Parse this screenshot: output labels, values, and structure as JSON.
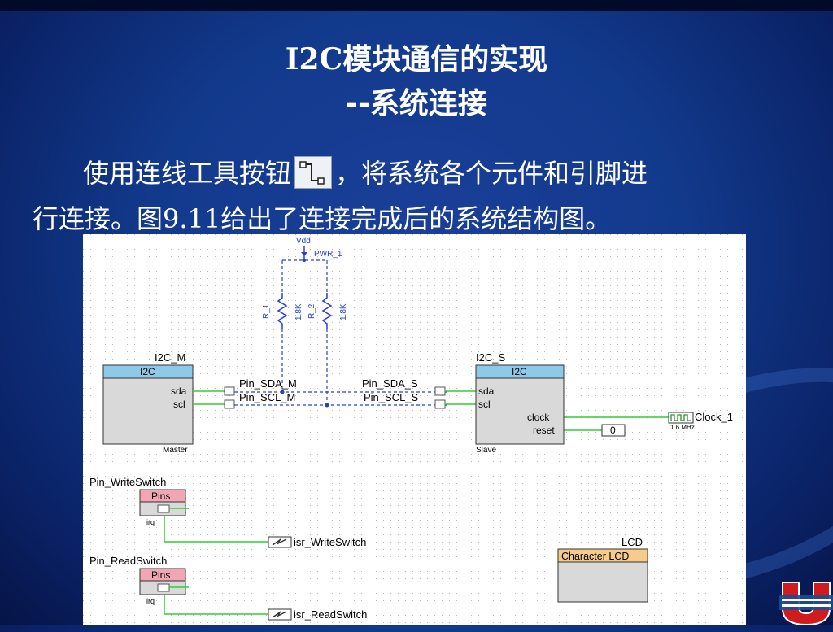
{
  "slide": {
    "title_line1": "I2C模块通信的实现",
    "title_line2": "--系统连接",
    "body_line1_before": "使用连线工具按钮",
    "body_line1_after": "，将系统各个元件和引脚进",
    "body_line2": "行连接。图9.11给出了连接完成后的系统结构图。"
  },
  "schematic": {
    "vdd": "Vdd",
    "pwr": "PWR_1",
    "r1_name": "R_1",
    "r1_value": "1.8K",
    "r2_name": "R_2",
    "r2_value": "1.8K",
    "master": {
      "instance": "I2C_M",
      "type": "I2C",
      "pin_sda": "sda",
      "pin_scl": "scl",
      "mode": "Master"
    },
    "slave": {
      "instance": "I2C_S",
      "type": "I2C",
      "pin_sda": "sda",
      "pin_scl": "scl",
      "pin_clock": "clock",
      "pin_reset": "reset",
      "mode": "Slave"
    },
    "pin_sda_m": "Pin_SDA_M",
    "pin_scl_m": "Pin_SCL_M",
    "pin_sda_s": "Pin_SDA_S",
    "pin_scl_s": "Pin_SCL_S",
    "clock_name": "Clock_1",
    "clock_freq": "1.6 MHz",
    "reset_value": "0",
    "write_switch": {
      "name": "Pin_WriteSwitch",
      "type": "Pins",
      "irq": "irq"
    },
    "read_switch": {
      "name": "Pin_ReadSwitch",
      "type": "Pins",
      "irq": "irq"
    },
    "isr_write": "isr_WriteSwitch",
    "isr_read": "isr_ReadSwitch",
    "lcd": {
      "name": "LCD",
      "type": "Character LCD"
    }
  },
  "colors": {
    "wire_green": "#33cc33",
    "net_blue": "#2a3fd0",
    "i2c_header": "#8ec9e8",
    "pins_header": "#f2a6b4",
    "lcd_header": "#f7cc8a",
    "block_body": "#d9d9d9"
  },
  "icons": [
    "wire-tool-icon",
    "clock-icon",
    "isr-icon",
    "university-alliance-logo"
  ]
}
